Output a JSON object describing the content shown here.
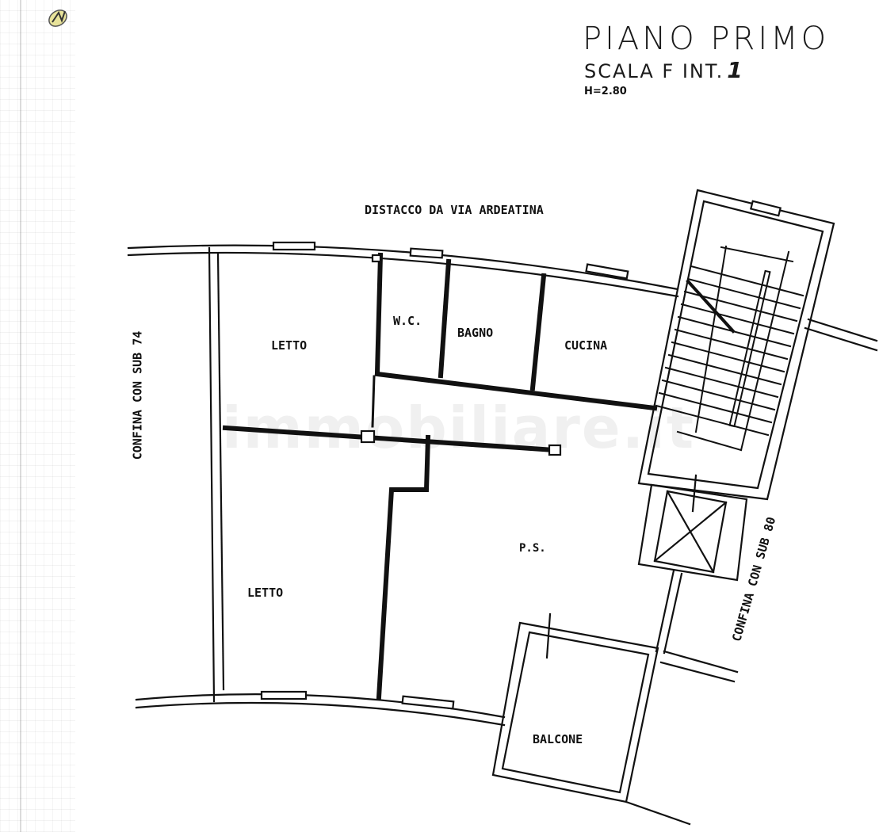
{
  "header": {
    "title": "PIANO PRIMO",
    "scale_label": "SCALA F INT.",
    "interior_number": "1",
    "height_note": "H=2.80"
  },
  "boundaries": {
    "top": "DISTACCO DA VIA ARDEATINA",
    "left": "CONFINA CON SUB 74",
    "right": "CONFINA CON SUB 80"
  },
  "rooms": [
    {
      "id": "letto-1",
      "label": "LETTO"
    },
    {
      "id": "wc",
      "label": "W.C."
    },
    {
      "id": "bagno",
      "label": "BAGNO"
    },
    {
      "id": "cucina",
      "label": "CUCINA"
    },
    {
      "id": "letto-2",
      "label": "LETTO"
    },
    {
      "id": "ps",
      "label": "P.S."
    },
    {
      "id": "balcone",
      "label": "BALCONE"
    }
  ],
  "features": {
    "stairwell": "staircase-icon",
    "elevator": "elevator-shaft-icon"
  },
  "watermark": "immobiliare.it",
  "colors": {
    "line": "#111111",
    "background": "#ffffff"
  }
}
